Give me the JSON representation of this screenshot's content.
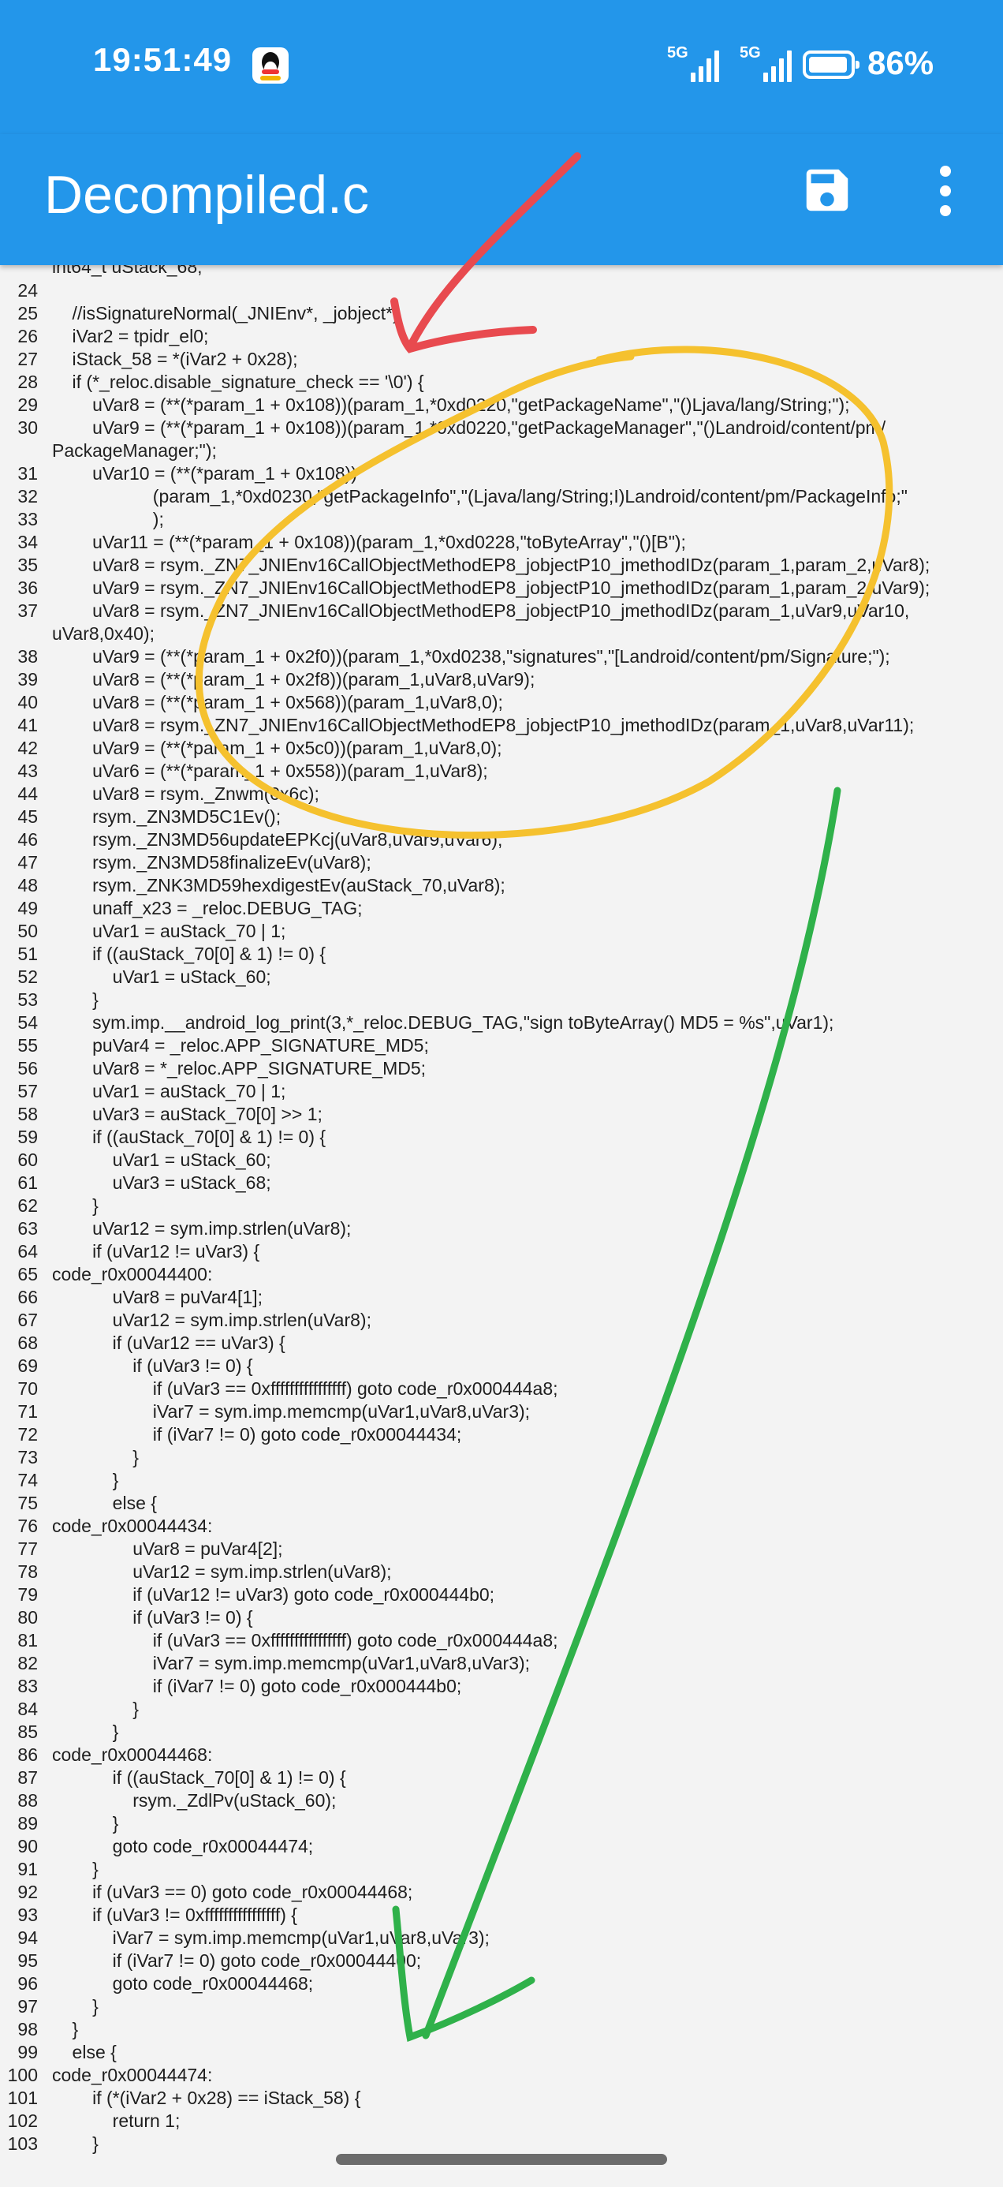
{
  "status_bar": {
    "time": "19:51:49",
    "signal_1": "5G",
    "signal_2": "5G",
    "battery": "86%"
  },
  "app_bar": {
    "title": "Decompiled.c",
    "save_icon": "save-icon",
    "more_icon": "more-vert-icon"
  },
  "colors": {
    "accent": "#2396ea",
    "annotation_red": "#e84a4f",
    "annotation_yellow": "#f5c12e",
    "annotation_green": "#2fb14a"
  },
  "code": {
    "partial_top": "int64_t uStack_68;",
    "lines": [
      {
        "n": "24",
        "text": ""
      },
      {
        "n": "25",
        "text": "    //isSignatureNormal(_JNIEnv*, _jobject*)"
      },
      {
        "n": "26",
        "text": "    iVar2 = tpidr_el0;"
      },
      {
        "n": "27",
        "text": "    iStack_58 = *(iVar2 + 0x28);"
      },
      {
        "n": "28",
        "text": "    if (*_reloc.disable_signature_check == '\\0') {"
      },
      {
        "n": "29",
        "text": "        uVar8 = (**(*param_1 + 0x108))(param_1,*0xd0220,\"getPackageName\",\"()Ljava/lang/String;\");"
      },
      {
        "n": "30",
        "text": "        uVar9 = (**(*param_1 + 0x108))(param_1,*0xd0220,\"getPackageManager\",\"()Landroid/content/pm/"
      },
      {
        "n": "",
        "text": "PackageManager;\");"
      },
      {
        "n": "31",
        "text": "        uVar10 = (**(*param_1 + 0x108))"
      },
      {
        "n": "32",
        "text": "                    (param_1,*0xd0230,\"getPackageInfo\",\"(Ljava/lang/String;I)Landroid/content/pm/PackageInfo;\""
      },
      {
        "n": "33",
        "text": "                    );"
      },
      {
        "n": "34",
        "text": "        uVar11 = (**(*param_1 + 0x108))(param_1,*0xd0228,\"toByteArray\",\"()[B\");"
      },
      {
        "n": "35",
        "text": "        uVar8 = rsym._ZN7_JNIEnv16CallObjectMethodEP8_jobjectP10_jmethodIDz(param_1,param_2,uVar8);"
      },
      {
        "n": "36",
        "text": "        uVar9 = rsym._ZN7_JNIEnv16CallObjectMethodEP8_jobjectP10_jmethodIDz(param_1,param_2,uVar9);"
      },
      {
        "n": "37",
        "text": "        uVar8 = rsym._ZN7_JNIEnv16CallObjectMethodEP8_jobjectP10_jmethodIDz(param_1,uVar9,uVar10,"
      },
      {
        "n": "",
        "text": "uVar8,0x40);"
      },
      {
        "n": "38",
        "text": "        uVar9 = (**(*param_1 + 0x2f0))(param_1,*0xd0238,\"signatures\",\"[Landroid/content/pm/Signature;\");"
      },
      {
        "n": "39",
        "text": "        uVar8 = (**(*param_1 + 0x2f8))(param_1,uVar8,uVar9);"
      },
      {
        "n": "40",
        "text": "        uVar8 = (**(*param_1 + 0x568))(param_1,uVar8,0);"
      },
      {
        "n": "41",
        "text": "        uVar8 = rsym._ZN7_JNIEnv16CallObjectMethodEP8_jobjectP10_jmethodIDz(param_1,uVar8,uVar11);"
      },
      {
        "n": "42",
        "text": "        uVar9 = (**(*param_1 + 0x5c0))(param_1,uVar8,0);"
      },
      {
        "n": "43",
        "text": "        uVar6 = (**(*param_1 + 0x558))(param_1,uVar8);"
      },
      {
        "n": "44",
        "text": "        uVar8 = rsym._Znwm(0x6c);"
      },
      {
        "n": "45",
        "text": "        rsym._ZN3MD5C1Ev();"
      },
      {
        "n": "46",
        "text": "        rsym._ZN3MD56updateEPKcj(uVar8,uVar9,uVar6);"
      },
      {
        "n": "47",
        "text": "        rsym._ZN3MD58finalizeEv(uVar8);"
      },
      {
        "n": "48",
        "text": "        rsym._ZNK3MD59hexdigestEv(auStack_70,uVar8);"
      },
      {
        "n": "49",
        "text": "        unaff_x23 = _reloc.DEBUG_TAG;"
      },
      {
        "n": "50",
        "text": "        uVar1 = auStack_70 | 1;"
      },
      {
        "n": "51",
        "text": "        if ((auStack_70[0] & 1) != 0) {"
      },
      {
        "n": "52",
        "text": "            uVar1 = uStack_60;"
      },
      {
        "n": "53",
        "text": "        }"
      },
      {
        "n": "54",
        "text": "        sym.imp.__android_log_print(3,*_reloc.DEBUG_TAG,\"sign toByteArray() MD5 = %s\",uVar1);"
      },
      {
        "n": "55",
        "text": "        puVar4 = _reloc.APP_SIGNATURE_MD5;"
      },
      {
        "n": "56",
        "text": "        uVar8 = *_reloc.APP_SIGNATURE_MD5;"
      },
      {
        "n": "57",
        "text": "        uVar1 = auStack_70 | 1;"
      },
      {
        "n": "58",
        "text": "        uVar3 = auStack_70[0] >> 1;"
      },
      {
        "n": "59",
        "text": "        if ((auStack_70[0] & 1) != 0) {"
      },
      {
        "n": "60",
        "text": "            uVar1 = uStack_60;"
      },
      {
        "n": "61",
        "text": "            uVar3 = uStack_68;"
      },
      {
        "n": "62",
        "text": "        }"
      },
      {
        "n": "63",
        "text": "        uVar12 = sym.imp.strlen(uVar8);"
      },
      {
        "n": "64",
        "text": "        if (uVar12 != uVar3) {"
      },
      {
        "n": "65",
        "text": "code_r0x00044400:"
      },
      {
        "n": "66",
        "text": "            uVar8 = puVar4[1];"
      },
      {
        "n": "67",
        "text": "            uVar12 = sym.imp.strlen(uVar8);"
      },
      {
        "n": "68",
        "text": "            if (uVar12 == uVar3) {"
      },
      {
        "n": "69",
        "text": "                if (uVar3 != 0) {"
      },
      {
        "n": "70",
        "text": "                    if (uVar3 == 0xffffffffffffffff) goto code_r0x000444a8;"
      },
      {
        "n": "71",
        "text": "                    iVar7 = sym.imp.memcmp(uVar1,uVar8,uVar3);"
      },
      {
        "n": "72",
        "text": "                    if (iVar7 != 0) goto code_r0x00044434;"
      },
      {
        "n": "73",
        "text": "                }"
      },
      {
        "n": "74",
        "text": "            }"
      },
      {
        "n": "75",
        "text": "            else {"
      },
      {
        "n": "76",
        "text": "code_r0x00044434:"
      },
      {
        "n": "77",
        "text": "                uVar8 = puVar4[2];"
      },
      {
        "n": "78",
        "text": "                uVar12 = sym.imp.strlen(uVar8);"
      },
      {
        "n": "79",
        "text": "                if (uVar12 != uVar3) goto code_r0x000444b0;"
      },
      {
        "n": "80",
        "text": "                if (uVar3 != 0) {"
      },
      {
        "n": "81",
        "text": "                    if (uVar3 == 0xffffffffffffffff) goto code_r0x000444a8;"
      },
      {
        "n": "82",
        "text": "                    iVar7 = sym.imp.memcmp(uVar1,uVar8,uVar3);"
      },
      {
        "n": "83",
        "text": "                    if (iVar7 != 0) goto code_r0x000444b0;"
      },
      {
        "n": "84",
        "text": "                }"
      },
      {
        "n": "85",
        "text": "            }"
      },
      {
        "n": "86",
        "text": "code_r0x00044468:"
      },
      {
        "n": "87",
        "text": "            if ((auStack_70[0] & 1) != 0) {"
      },
      {
        "n": "88",
        "text": "                rsym._ZdlPv(uStack_60);"
      },
      {
        "n": "89",
        "text": "            }"
      },
      {
        "n": "90",
        "text": "            goto code_r0x00044474;"
      },
      {
        "n": "91",
        "text": "        }"
      },
      {
        "n": "92",
        "text": "        if (uVar3 == 0) goto code_r0x00044468;"
      },
      {
        "n": "93",
        "text": "        if (uVar3 != 0xffffffffffffffff) {"
      },
      {
        "n": "94",
        "text": "            iVar7 = sym.imp.memcmp(uVar1,uVar8,uVar3);"
      },
      {
        "n": "95",
        "text": "            if (iVar7 != 0) goto code_r0x00044400;"
      },
      {
        "n": "96",
        "text": "            goto code_r0x00044468;"
      },
      {
        "n": "97",
        "text": "        }"
      },
      {
        "n": "98",
        "text": "    }"
      },
      {
        "n": "99",
        "text": "    else {"
      },
      {
        "n": "100",
        "text": "code_r0x00044474:"
      },
      {
        "n": "101",
        "text": "        if (*(iVar2 + 0x28) == iStack_58) {"
      },
      {
        "n": "102",
        "text": "            return 1;"
      },
      {
        "n": "103",
        "text": "        }"
      }
    ]
  }
}
